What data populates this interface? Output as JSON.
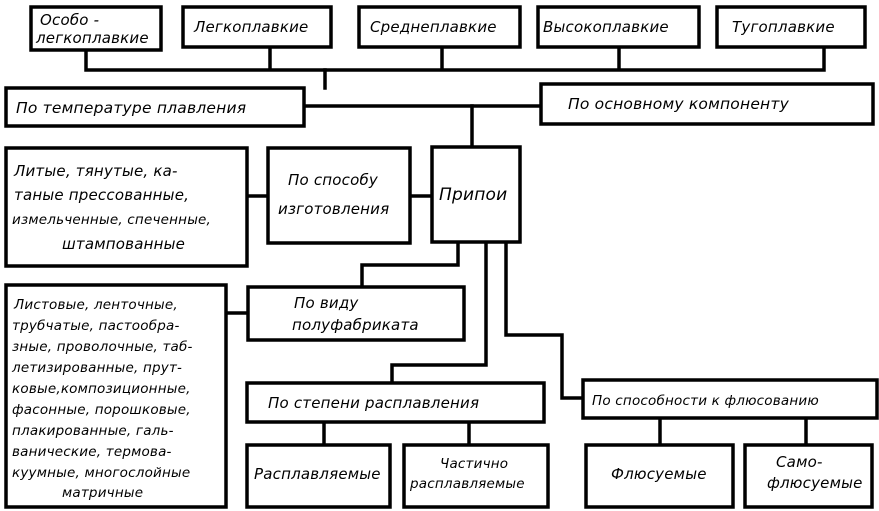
{
  "root": "Припои",
  "groups": {
    "melting_temperature": {
      "label": "По температуре плавления",
      "items": [
        "Особо -",
        "легкоплавкие",
        "Легкоплавкие",
        "Среднеплавкие",
        "Высокоплавкие",
        "Тугоплавкие"
      ]
    },
    "base_component": {
      "label": "По основному компоненту"
    },
    "manufacturing_method": {
      "label_lines": [
        "По способу",
        "изготовления"
      ],
      "detail_lines": [
        "Литые, тянутые, ка-",
        "таные прессованные,",
        "измельченные, спеченные,",
        "штампованные"
      ]
    },
    "semi_product": {
      "label_lines": [
        "По виду",
        "полуфабриката"
      ],
      "detail_lines": [
        "Листовые, ленточные,",
        "трубчатые, пастообра-",
        "зные, проволочные, таб-",
        "летизированные, прут-",
        "ковые,композиционные,",
        "фасонные, порошковые,",
        "плакированные, галь-",
        "ванические, термова-",
        "куумные, многослойные",
        "матричные"
      ]
    },
    "melting_degree": {
      "label": "По степени расплавления",
      "items": [
        "Расплавляемые",
        "Частично",
        "расплавляемые"
      ]
    },
    "fluxing": {
      "label": "По способности к флюсованию",
      "items": [
        "Флюсуемые",
        "Само-",
        "флюсуемые"
      ]
    }
  }
}
